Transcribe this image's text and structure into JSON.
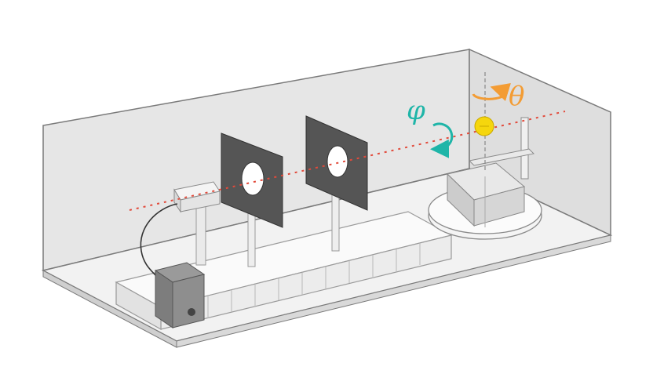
{
  "labels": {
    "phi": "φ",
    "theta": "θ"
  },
  "colors": {
    "enclosure_fill": "#e6e6e6",
    "enclosure_stroke": "#7a7a7a",
    "floor_fill": "#f0f0f0",
    "beam": "#e24a3b",
    "screen": "#555555",
    "phi_arrow": "#1fb5a8",
    "theta_arrow": "#f39c34",
    "sphere": "#f5d60d"
  },
  "icons": [
    "laser-source",
    "aperture-screen",
    "sample-sphere",
    "rotation-stage",
    "detector-box"
  ]
}
